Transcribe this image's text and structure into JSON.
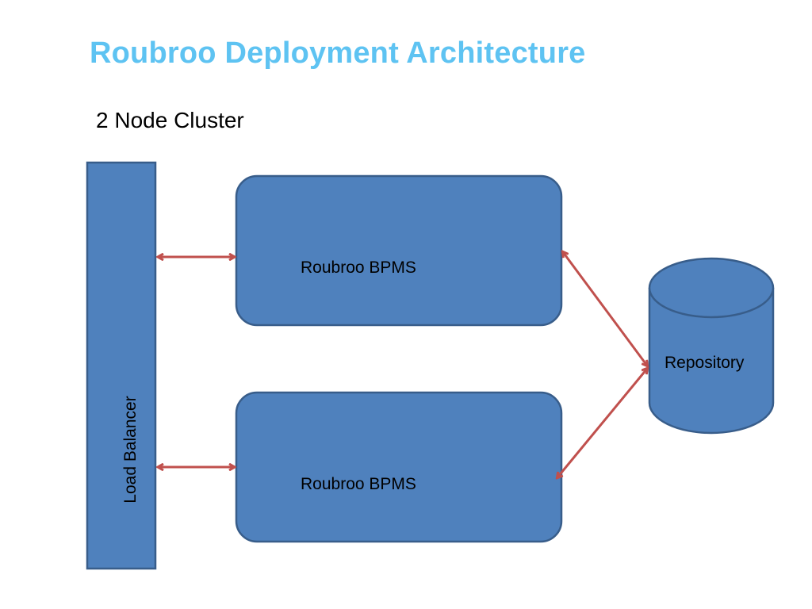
{
  "title": "Roubroo Deployment Architecture",
  "subtitle": "2 Node Cluster",
  "diagram": {
    "load_balancer_label": "Load Balancer",
    "bpms_node_1_label": "Roubroo BPMS",
    "bpms_node_2_label": "Roubroo BPMS",
    "repository_label": "Repository"
  },
  "colors": {
    "title": "#5ec3f2",
    "shape_fill": "#4f81bd",
    "shape_stroke": "#385d8a",
    "arrow": "#c0504d"
  }
}
